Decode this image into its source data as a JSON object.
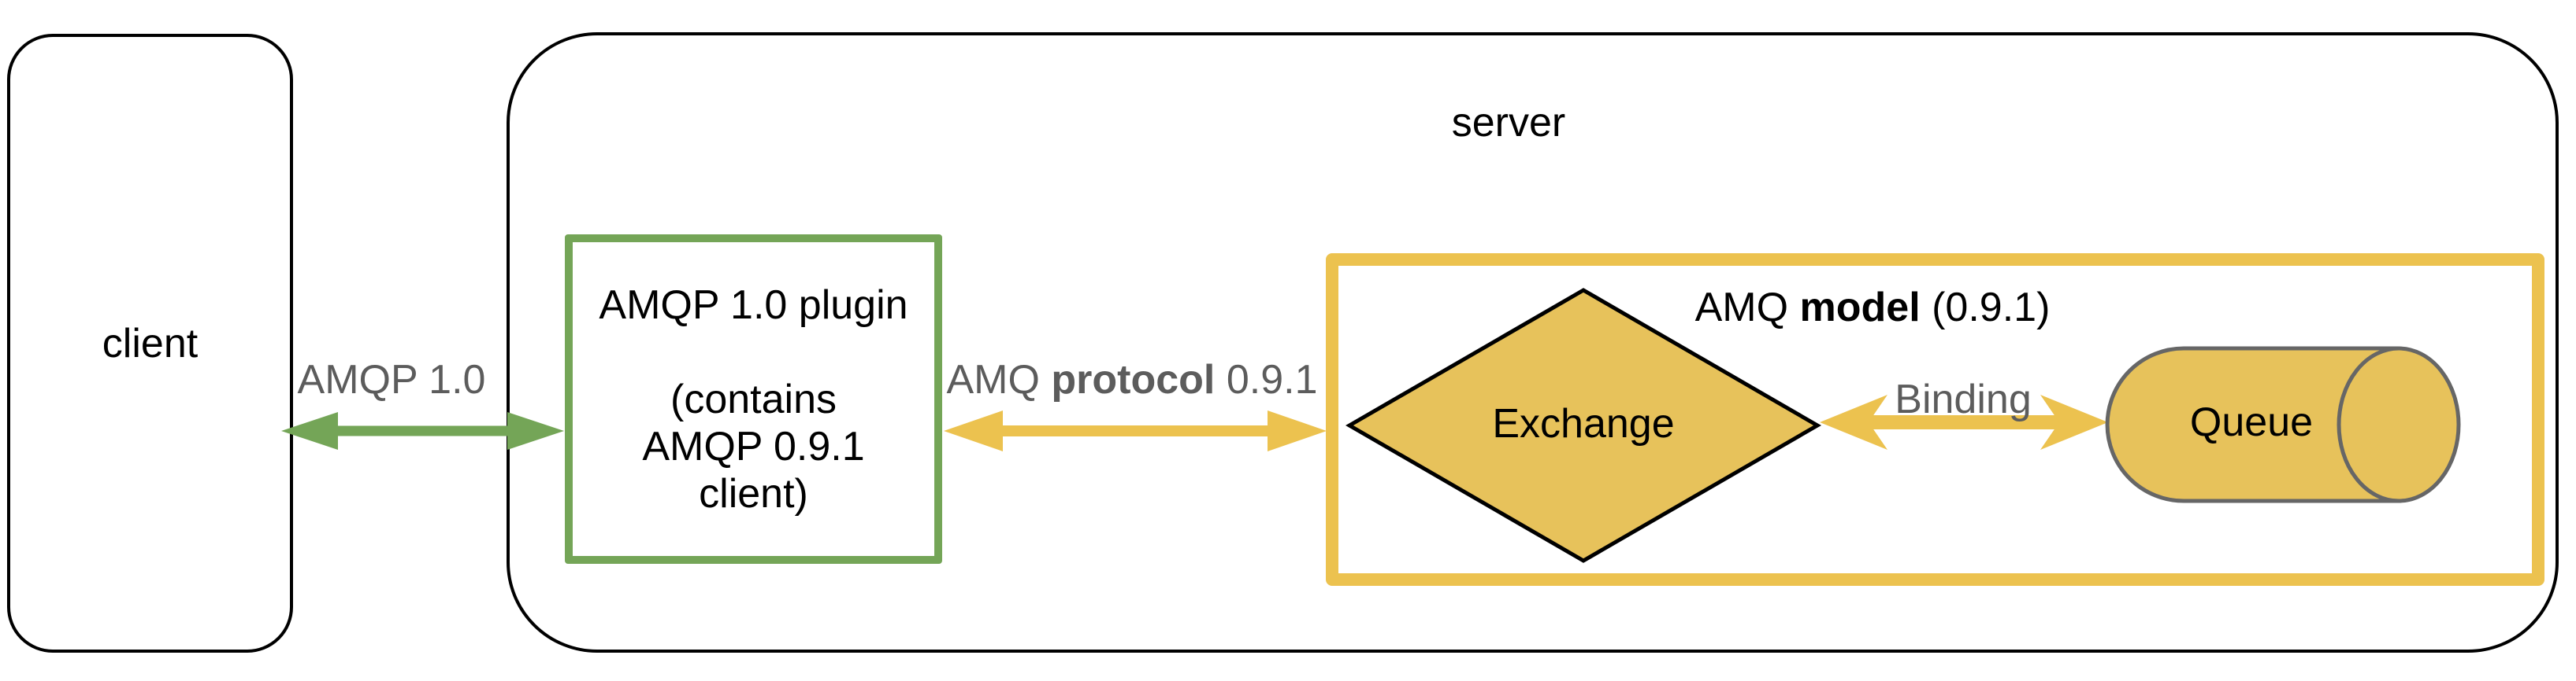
{
  "colors": {
    "green": "#74a557",
    "yellow": "#ecc24f",
    "yellow_fill": "#e7c25b",
    "gray_text": "#5c5c5c",
    "cylinder_outline": "#666666",
    "black": "#000000"
  },
  "client": {
    "label": "client"
  },
  "server": {
    "label": "server"
  },
  "plugin": {
    "lines": [
      "AMQP 1.0 plugin",
      "",
      "(contains",
      "AMQP 0.9.1",
      "client)"
    ]
  },
  "connections": {
    "amqp10": {
      "label": "AMQP 1.0"
    },
    "amq_protocol": {
      "prefix": "AMQ ",
      "bold": "protocol",
      "suffix": " 0.9.1"
    },
    "binding": {
      "label": "Binding"
    }
  },
  "model": {
    "title": {
      "prefix": "AMQ ",
      "bold": "model",
      "suffix": " (0.9.1)"
    },
    "exchange": {
      "label": "Exchange"
    },
    "queue": {
      "label": "Queue"
    }
  }
}
